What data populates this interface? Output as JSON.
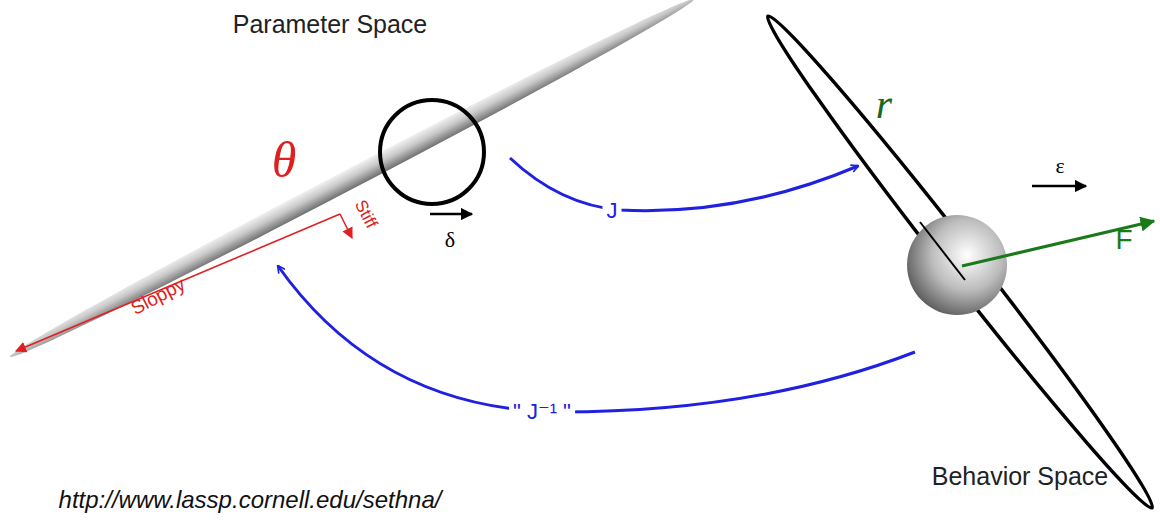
{
  "diagram": {
    "labels": [
      "Parameter Space",
      "θ",
      "Sloppy",
      "Stiff",
      "δ",
      "J",
      "r",
      "ε",
      "F",
      "\" J⁻¹ \"",
      "Behavior Space",
      "http://www.lassp.cornell.edu/sethna/"
    ]
  }
}
